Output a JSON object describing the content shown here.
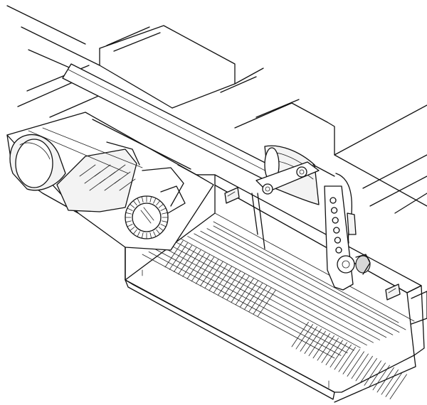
{
  "figure": {
    "subject": "",
    "colors": {
      "line": "#111111",
      "fill": "#ffffff",
      "shade": "#d8d8d8",
      "background": "#ffffff"
    }
  },
  "parts": {
    "vent_grilles": [
      {
        "line_count": 22
      },
      {
        "line_count": 24
      }
    ],
    "body_ribs": {
      "line_count": 12
    },
    "bracket_holes": {
      "count": 6
    }
  }
}
